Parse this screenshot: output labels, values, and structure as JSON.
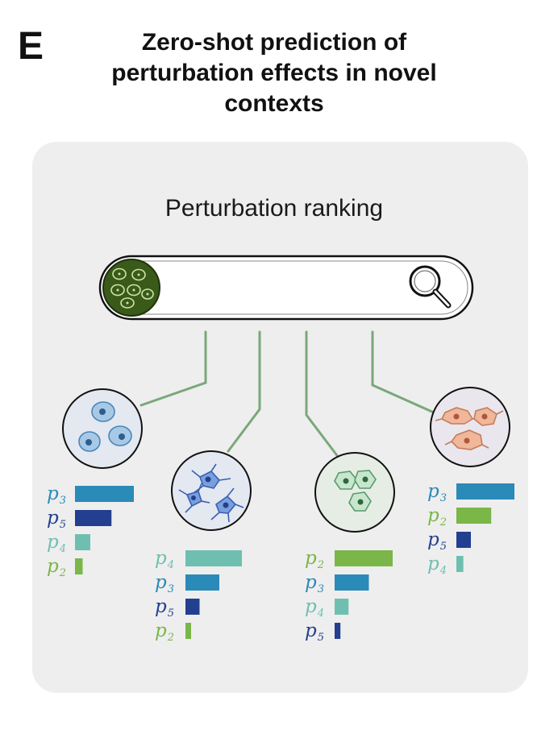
{
  "panel_label": "E",
  "title_lines": [
    "Zero-shot prediction of",
    "perturbation effects in novel",
    "contexts"
  ],
  "subtitle": "Perturbation ranking",
  "icons": {
    "query": "cell-cluster-icon",
    "search": "magnifier-icon"
  },
  "colors": {
    "p3": "#2a8ab8",
    "p5": "#233f8f",
    "p4": "#6fbfb0",
    "p2": "#7ab648",
    "connector": "#7aa87a",
    "query_cell": "#3a5a1a"
  },
  "contexts": [
    {
      "name": "round-blue-cells",
      "ranking": [
        {
          "label": "p",
          "sub": "3",
          "key": "p3",
          "score": 1.0
        },
        {
          "label": "p",
          "sub": "5",
          "key": "p5",
          "score": 0.62
        },
        {
          "label": "p",
          "sub": "4",
          "key": "p4",
          "score": 0.26
        },
        {
          "label": "p",
          "sub": "2",
          "key": "p2",
          "score": 0.13
        }
      ]
    },
    {
      "name": "neuron-like-blue-cells",
      "ranking": [
        {
          "label": "p",
          "sub": "4",
          "key": "p4",
          "score": 1.0
        },
        {
          "label": "p",
          "sub": "3",
          "key": "p3",
          "score": 0.6
        },
        {
          "label": "p",
          "sub": "5",
          "key": "p5",
          "score": 0.25
        },
        {
          "label": "p",
          "sub": "2",
          "key": "p2",
          "score": 0.1
        }
      ]
    },
    {
      "name": "green-hex-cells",
      "ranking": [
        {
          "label": "p",
          "sub": "2",
          "key": "p2",
          "score": 1.0
        },
        {
          "label": "p",
          "sub": "3",
          "key": "p3",
          "score": 0.59
        },
        {
          "label": "p",
          "sub": "4",
          "key": "p4",
          "score": 0.24
        },
        {
          "label": "p",
          "sub": "5",
          "key": "p5",
          "score": 0.1
        }
      ]
    },
    {
      "name": "orange-fibroblast-cells",
      "ranking": [
        {
          "label": "p",
          "sub": "3",
          "key": "p3",
          "score": 1.0
        },
        {
          "label": "p",
          "sub": "2",
          "key": "p2",
          "score": 0.6
        },
        {
          "label": "p",
          "sub": "5",
          "key": "p5",
          "score": 0.25
        },
        {
          "label": "p",
          "sub": "4",
          "key": "p4",
          "score": 0.12
        }
      ]
    }
  ]
}
